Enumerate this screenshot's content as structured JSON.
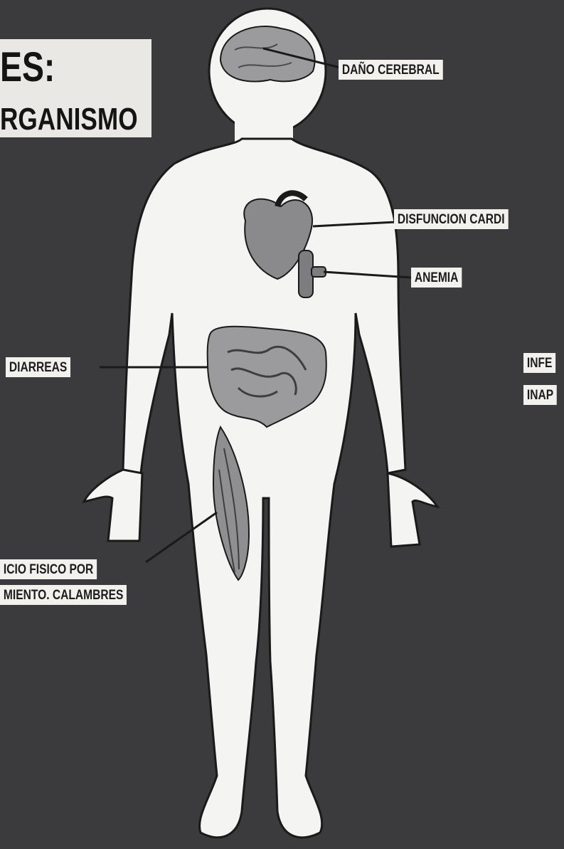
{
  "title": {
    "line1": "ES:",
    "line2": "RGANISMO"
  },
  "labels": {
    "brain": "DAÑO CEREBRAL",
    "heart": "DISFUNCION CARDI",
    "anemia": "ANEMIA",
    "diarrhea": "DIARREAS",
    "right_line1": "INFE",
    "right_line2": "INAP",
    "muscle_line1": "ICIO FISICO POR",
    "muscle_line2": "MIENTO. CALAMBRES"
  },
  "colors": {
    "background": "#3b3a3d",
    "body_fill": "#f4f4f2",
    "label_bg": "#f2f1ee",
    "organ": "#8a8a8c",
    "leader_line": "#1a1a1a"
  }
}
